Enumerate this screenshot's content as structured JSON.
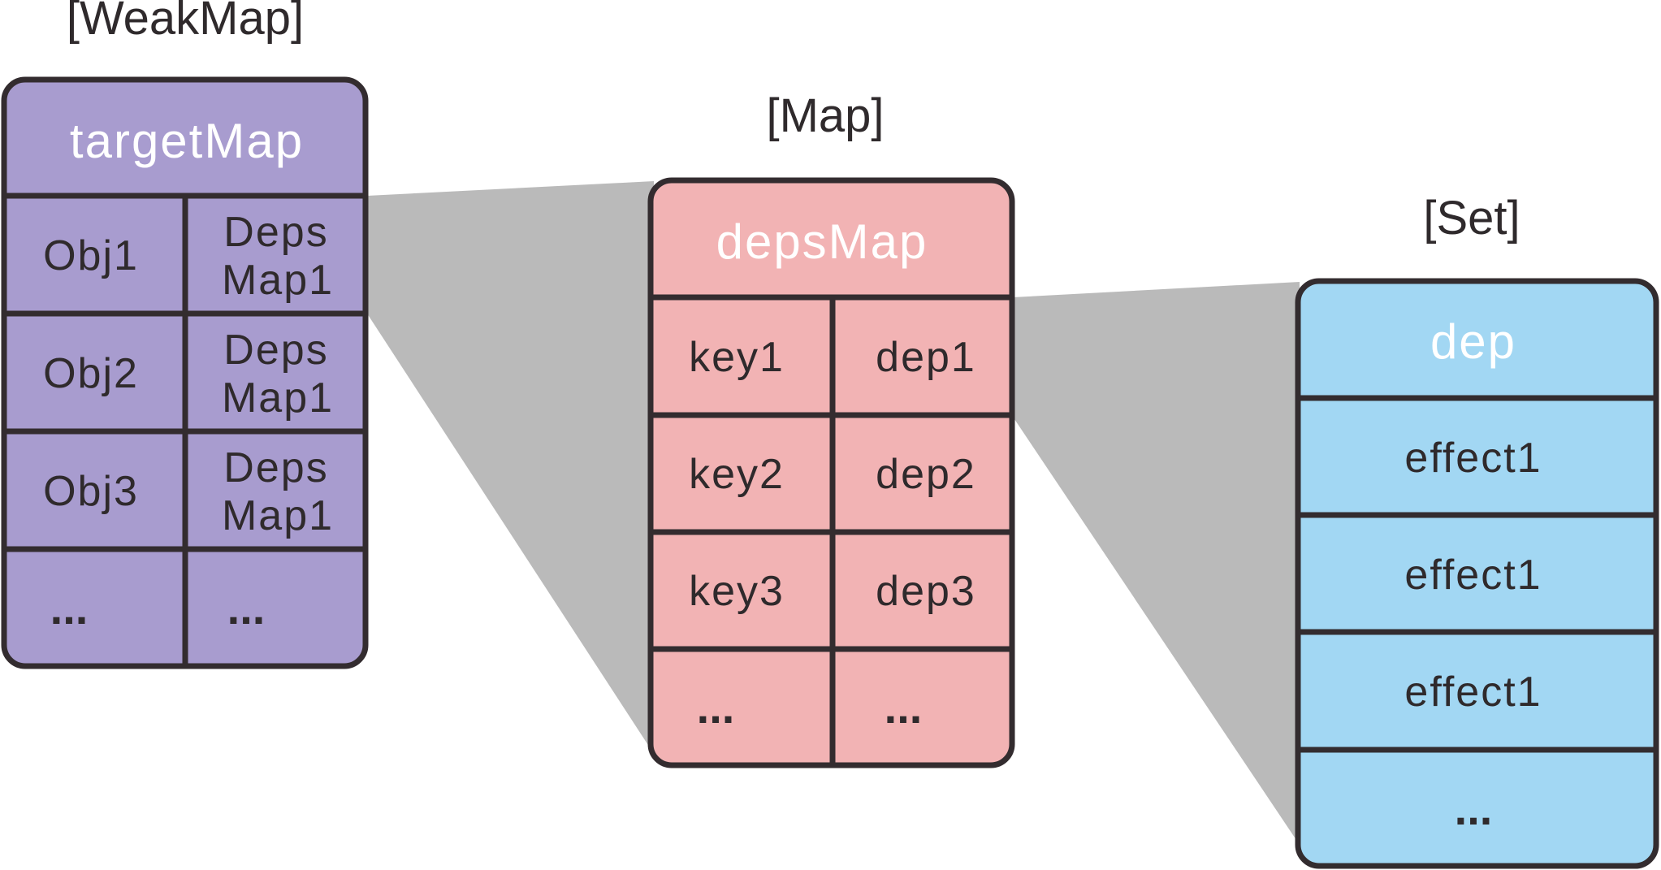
{
  "weakmap": {
    "type_label": "[WeakMap]",
    "title": "targetMap",
    "color": "#a89ccf",
    "rows": [
      {
        "key": "Obj1",
        "value_line1": "Deps",
        "value_line2": "Map1"
      },
      {
        "key": "Obj2",
        "value_line1": "Deps",
        "value_line2": "Map1"
      },
      {
        "key": "Obj3",
        "value_line1": "Deps",
        "value_line2": "Map1"
      },
      {
        "key": "...",
        "value_line1": "...",
        "value_line2": ""
      }
    ]
  },
  "map": {
    "type_label": "[Map]",
    "title": "depsMap",
    "color": "#f2b3b4",
    "rows": [
      {
        "key": "key1",
        "value": "dep1"
      },
      {
        "key": "key2",
        "value": "dep2"
      },
      {
        "key": "key3",
        "value": "dep3"
      },
      {
        "key": "...",
        "value": "..."
      }
    ]
  },
  "set": {
    "type_label": "[Set]",
    "title": "dep",
    "color": "#a2d7f3",
    "rows": [
      "effect1",
      "effect1",
      "effect1",
      "..."
    ]
  },
  "connector_color": "#bababa",
  "border_color": "#332c2f"
}
